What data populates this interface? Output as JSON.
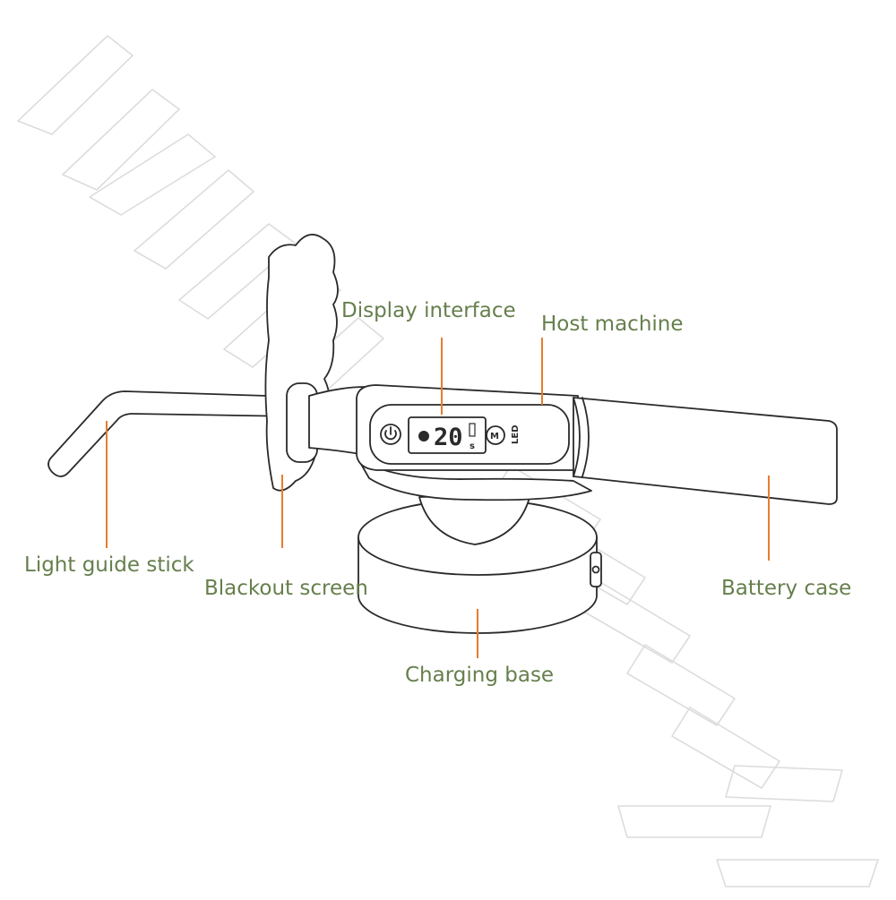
{
  "labels": {
    "display_interface": "Display interface",
    "host_machine": "Host machine",
    "light_guide_stick": "Light guide stick",
    "blackout_screen": "Blackout screen",
    "battery_case": "Battery case",
    "charging_base": "Charging base"
  },
  "display": {
    "timer_value": "20",
    "timer_unit": "s",
    "mode_button": "M",
    "led_text": "LED"
  },
  "colors": {
    "label_text": "#667f4c",
    "leader_line": "#e87c2c",
    "outline": "#2a2a2a",
    "watermark": "#dcdcdc"
  },
  "icons": [
    "power-icon",
    "dot-indicator-icon",
    "battery-indicator-icon"
  ]
}
